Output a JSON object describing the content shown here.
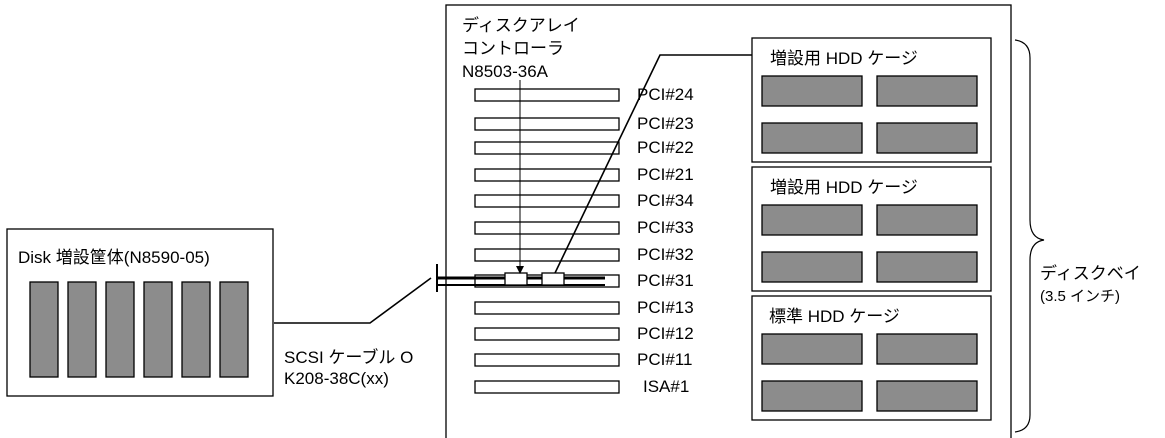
{
  "enclosure": {
    "title": "Disk 増設筐体(N8590-05)",
    "disk_count": 6
  },
  "cable": {
    "line1": "SCSI ケーブル O",
    "line2": "K208-38C(xx)"
  },
  "controller": {
    "line1": "ディスクアレイ",
    "line2": "コントローラ",
    "line3": "N8503-36A"
  },
  "slots": [
    {
      "label": "PCI#24"
    },
    {
      "label": "PCI#23"
    },
    {
      "label": "PCI#22"
    },
    {
      "label": "PCI#21"
    },
    {
      "label": "PCI#34"
    },
    {
      "label": "PCI#33"
    },
    {
      "label": "PCI#32"
    },
    {
      "label": "PCI#31"
    },
    {
      "label": "PCI#13"
    },
    {
      "label": "PCI#12"
    },
    {
      "label": "PCI#11"
    },
    {
      "label": "ISA#1"
    }
  ],
  "cages": [
    {
      "label": "増設用 HDD ケージ"
    },
    {
      "label": "増設用 HDD ケージ"
    },
    {
      "label": "標準 HDD ケージ"
    }
  ],
  "bay": {
    "line1": "ディスクベイ",
    "line2": "(3.5 インチ)"
  },
  "colors": {
    "disk_fill": "#8c8c8c",
    "line": "#000000",
    "background": "#ffffff"
  }
}
